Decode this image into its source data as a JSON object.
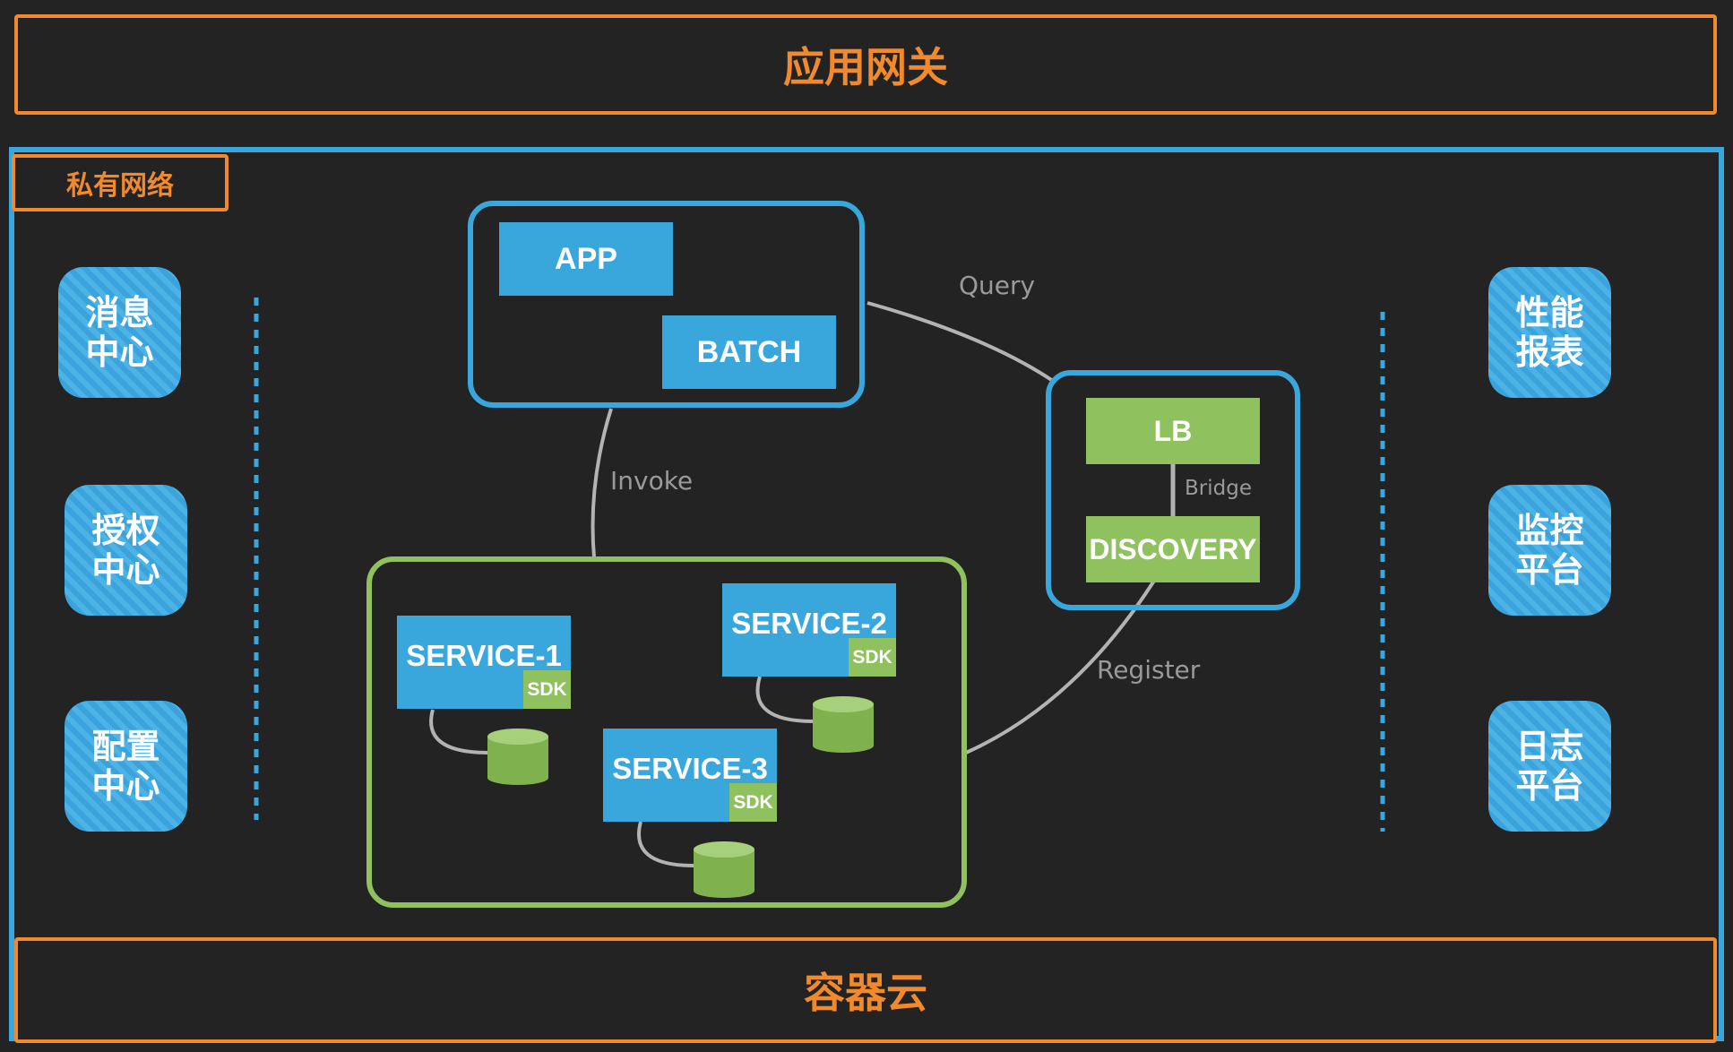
{
  "gateway": {
    "title": "应用网关"
  },
  "container_cloud": {
    "title": "容器云"
  },
  "private_network": {
    "label": "私有网络"
  },
  "left_items": [
    "消息中心",
    "授权中心",
    "配置中心"
  ],
  "right_items": [
    "性能报表",
    "监控平台",
    "日志平台"
  ],
  "app_group": {
    "app": "APP",
    "batch": "BATCH"
  },
  "lb_group": {
    "lb": "LB",
    "discovery": "DISCOVERY",
    "bridge": "Bridge"
  },
  "services": {
    "service_1": "SERVICE-1",
    "service_2": "SERVICE-2",
    "service_3": "SERVICE-3",
    "sdk": "SDK"
  },
  "edges": {
    "query": "Query",
    "invoke": "Invoke",
    "register": "Register"
  },
  "colors": {
    "orange": "#f08a2d",
    "blue": "#3aa7dc",
    "green": "#8fc15e",
    "background": "#232323"
  }
}
